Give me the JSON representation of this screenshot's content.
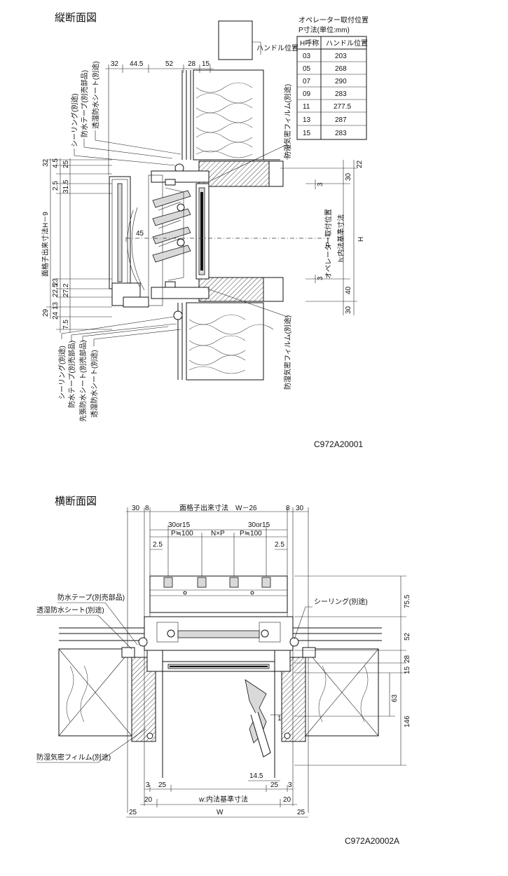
{
  "vertical": {
    "title": "縦断面図",
    "legend_title": "オペレーター取付位置",
    "legend_subtitle": "P寸法(単位:mm)",
    "handle_label": "ハンドル位置",
    "table_headers": [
      "H呼称",
      "ハンドル位置"
    ],
    "table_rows": [
      [
        "03",
        "203"
      ],
      [
        "05",
        "268"
      ],
      [
        "07",
        "290"
      ],
      [
        "09",
        "283"
      ],
      [
        "11",
        "277.5"
      ],
      [
        "13",
        "287"
      ],
      [
        "15",
        "283"
      ]
    ],
    "top_dims": [
      "32",
      "44.5",
      "52",
      "28",
      "15"
    ],
    "left_dims_upper": [
      "32",
      "4.5",
      "25",
      "2.5",
      "31.5"
    ],
    "left_dims_lower": [
      "23",
      "22.5",
      "27.2",
      "13",
      "24",
      "29",
      "7.5"
    ],
    "H9": "H－9",
    "lattice_label": "面格子出来寸法",
    "dim_45": "45",
    "right_dims": [
      "22",
      "30",
      "3",
      "3",
      "40",
      "30"
    ],
    "P": "P",
    "operator_label": "オペレーター取付位置",
    "h_label": "h:内法基準寸法",
    "H": "H",
    "upper_labels": [
      "シーリング(別途)",
      "防水テープ(別売部品)",
      "透湿防水シート(別途)"
    ],
    "upper_right_label": "防湿気密フィルム(別途)",
    "lower_labels": [
      "シーリング(別途)",
      "防水テープ(別売部品)",
      "先張防水シート(別売部品)",
      "透湿防水シート(別途)"
    ],
    "lower_right_label": "防湿気密フィルム(別途)",
    "code": "C972A20001"
  },
  "horizontal": {
    "title": "横断面図",
    "top_dims": [
      "30",
      "8",
      "8",
      "30"
    ],
    "lattice_text": "面格子出来寸法　W－26",
    "pitch_left": "30or15",
    "pitch_right": "30or15",
    "p_left": "P≒100",
    "nxp": "N×P",
    "p_right": "P≒100",
    "small_left": "2.5",
    "small_right": "2.5",
    "right_dims": [
      "75.5",
      "52",
      "28",
      "15",
      "63",
      "146"
    ],
    "labels_left": [
      "防水テープ(別売部品)",
      "透湿防水シート(別途)",
      "防湿気密フィルム(別途)"
    ],
    "label_right": "シーリング(別途)",
    "dim_1": "1",
    "dim_145": "14.5",
    "bottom_dims_left": [
      "3",
      "25"
    ],
    "bottom_dims_right": [
      "25",
      "3"
    ],
    "w_label": "w:内法基準寸法",
    "W_label": "W",
    "d20_left": "20",
    "d20_right": "20",
    "d25_left": "25",
    "d25_right": "25",
    "code": "C972A20002A"
  }
}
